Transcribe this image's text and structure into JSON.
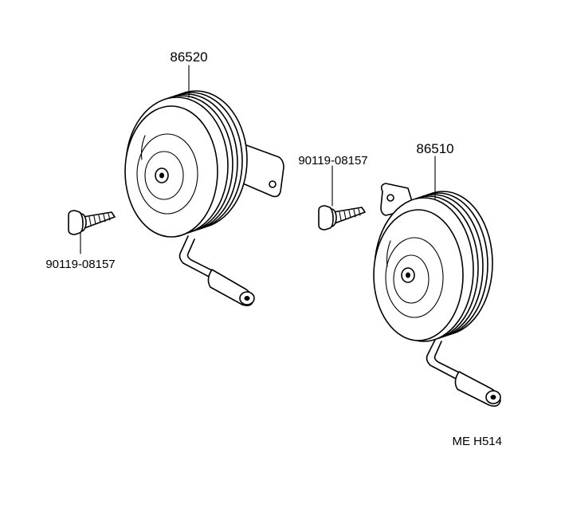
{
  "labels": {
    "horn_left_part": "86520",
    "horn_right_part": "86510",
    "bolt_left_part": "90119-08157",
    "bolt_right_part": "90119-08157",
    "diagram_ref": "ME H514"
  },
  "colors": {
    "ink": "#000000",
    "paper": "#ffffff"
  }
}
